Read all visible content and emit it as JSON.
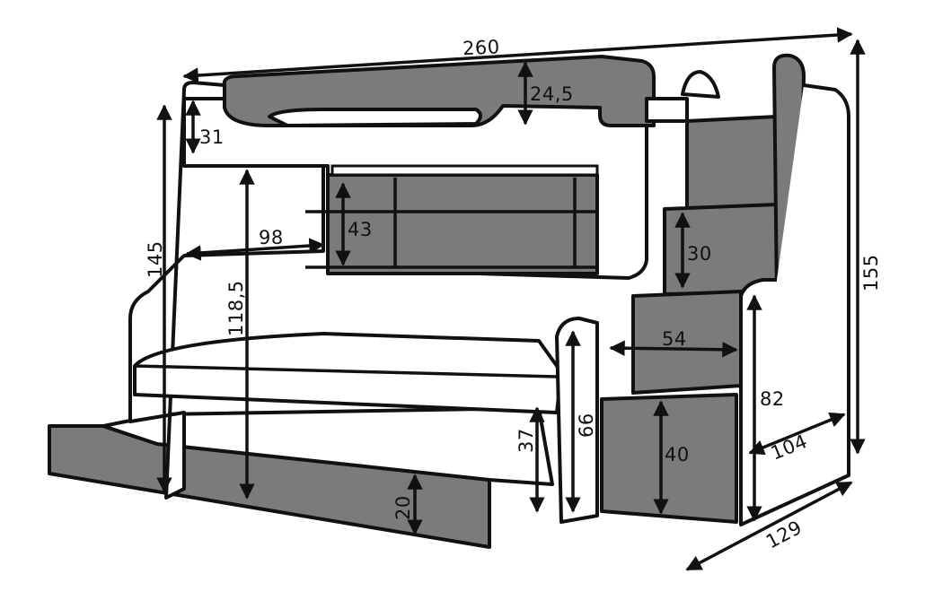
{
  "title": "Bunk bed dimension drawing",
  "colors": {
    "panel": "#7b7b7b",
    "outline": "#111111",
    "background": "#ffffff"
  },
  "dimensions": {
    "total_length": "260",
    "top_rail_height": "24,5",
    "top_panel_height": "31",
    "left_height": "145",
    "clearance_height": "118,5",
    "lower_opening": "98",
    "shelf_height": "43",
    "step_height": "30",
    "total_height": "155",
    "step_width": "54",
    "stair_height": "82",
    "side_panel_height": "66",
    "lower_bed_height": "37",
    "drawer_height": "40",
    "stair_depth": "104",
    "drawer_box_height": "20",
    "total_depth": "129"
  }
}
